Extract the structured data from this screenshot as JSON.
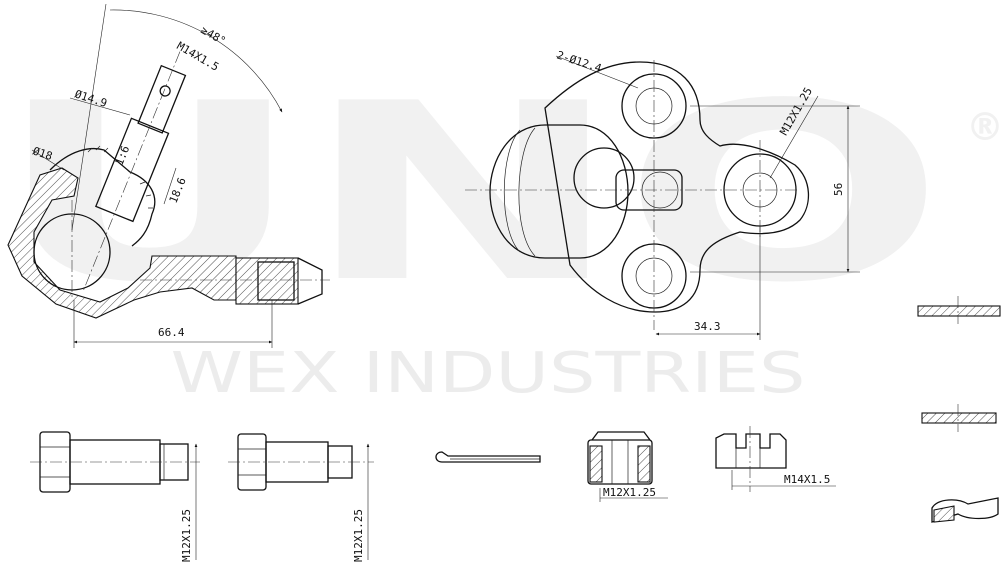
{
  "watermark": {
    "brand": "UNO",
    "registered": "®",
    "company": "WEX INDUSTRIES"
  },
  "dimensions": {
    "angle": "≥48°",
    "thread_stud": "M14X1.5",
    "dia_14_9": "Ø14.9",
    "dia_18": "Ø18",
    "taper": "1:6",
    "len_18_6": "18.6",
    "len_66_4": "66.4",
    "holes": "2-Ø12.4",
    "thread_flange": "M12X1.25",
    "height_56": "56",
    "len_34_3": "34.3",
    "bolt1_thread": "M12X1.25",
    "bolt2_thread": "M12X1.25",
    "nut1_thread": "M12X1.25",
    "nut2_thread": "M14X1.5"
  }
}
